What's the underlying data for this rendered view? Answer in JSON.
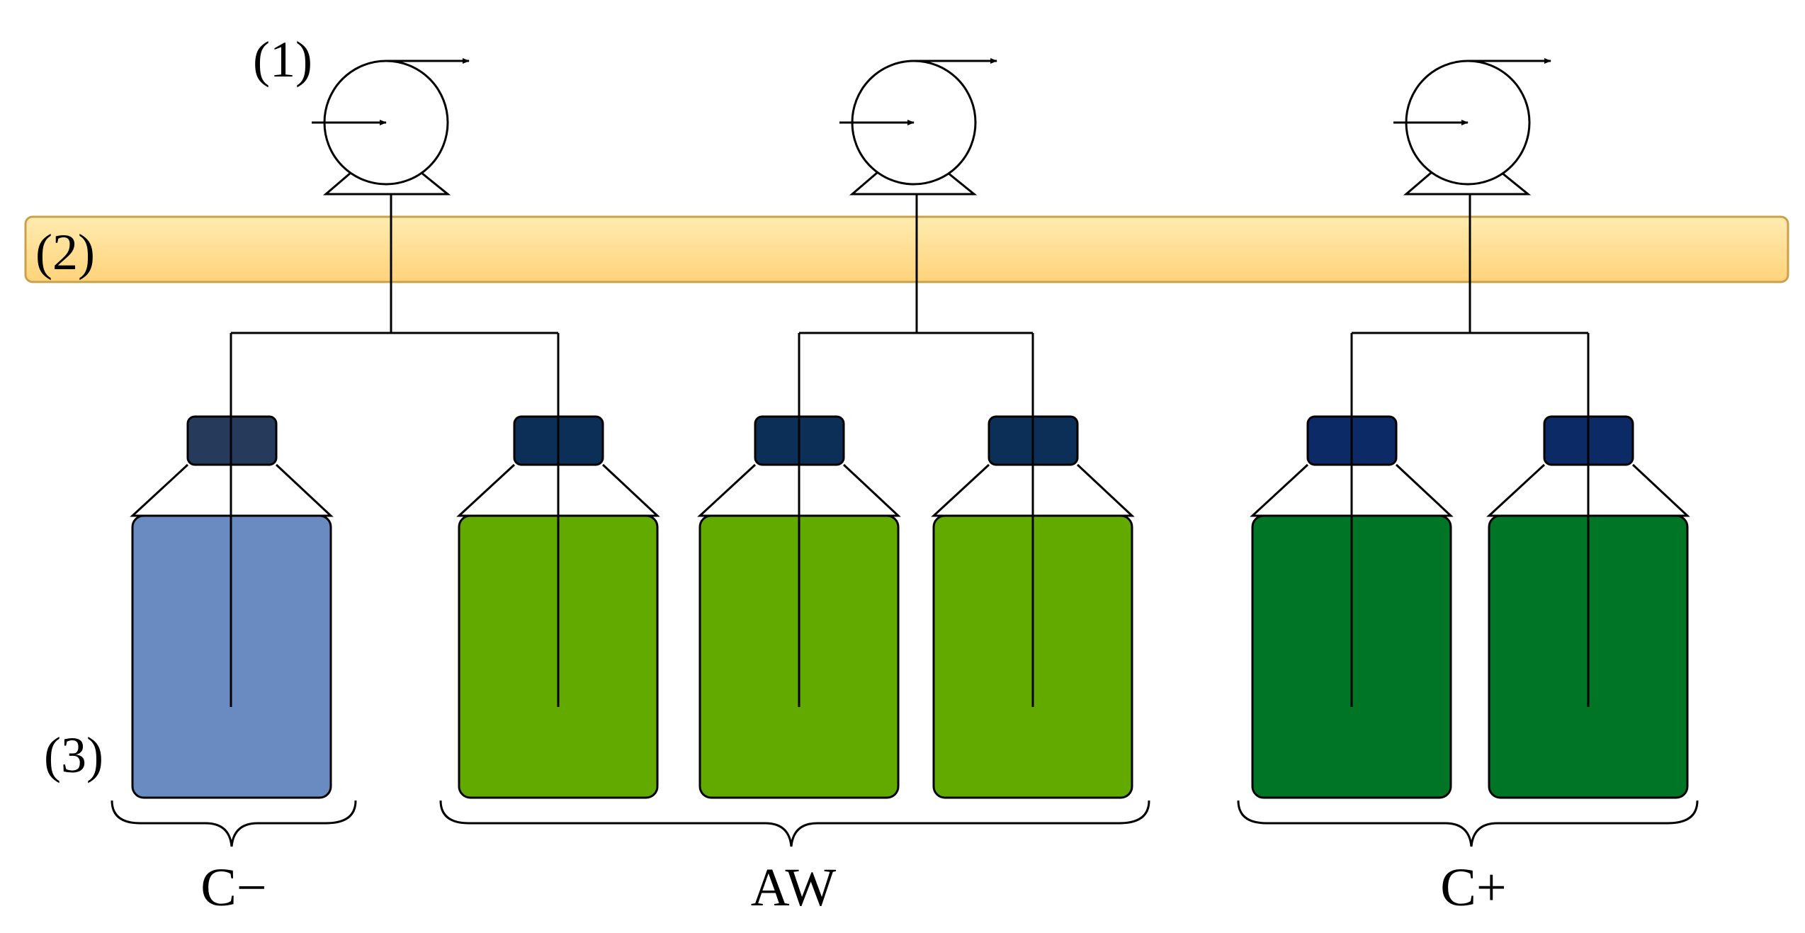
{
  "labels": {
    "pump": "(1)",
    "bar": "(2)",
    "bottle": "(3)"
  },
  "groups": [
    {
      "name": "C−"
    },
    {
      "name": "AW"
    },
    {
      "name": "C+"
    }
  ],
  "colors": {
    "bar_fill": "#FFE08A",
    "bar_stroke": "#C8A24A",
    "line": "#000000",
    "group_c_minus": {
      "liquid": "#6A8AC2",
      "cap": "#263A5C"
    },
    "group_aw": {
      "liquid": "#62AA00",
      "cap": "#0B2F56"
    },
    "group_c_plus": {
      "liquid": "#007526",
      "cap": "#0B2A66"
    }
  },
  "icons": [
    "pump-icon",
    "bottle-icon",
    "brace-icon",
    "arrow-icon"
  ]
}
